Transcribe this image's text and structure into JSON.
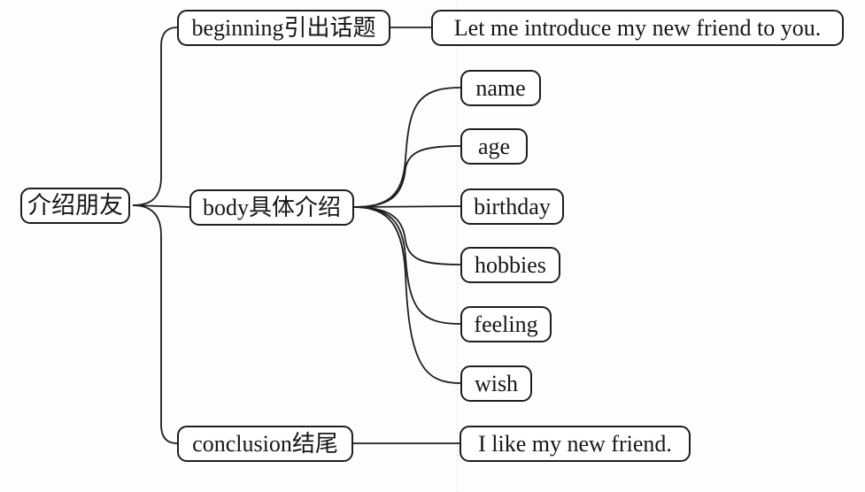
{
  "diagram": {
    "type": "mind-map",
    "root": {
      "label": "介绍朋友"
    },
    "branches": [
      {
        "label": "beginning引出话题",
        "children": [
          "Let me introduce my new friend to you."
        ]
      },
      {
        "label": "body具体介绍",
        "children": [
          "name",
          "age",
          "birthday",
          "hobbies",
          "feeling",
          "wish"
        ]
      },
      {
        "label": "conclusion结尾",
        "children": [
          "I like my new friend."
        ]
      }
    ]
  }
}
